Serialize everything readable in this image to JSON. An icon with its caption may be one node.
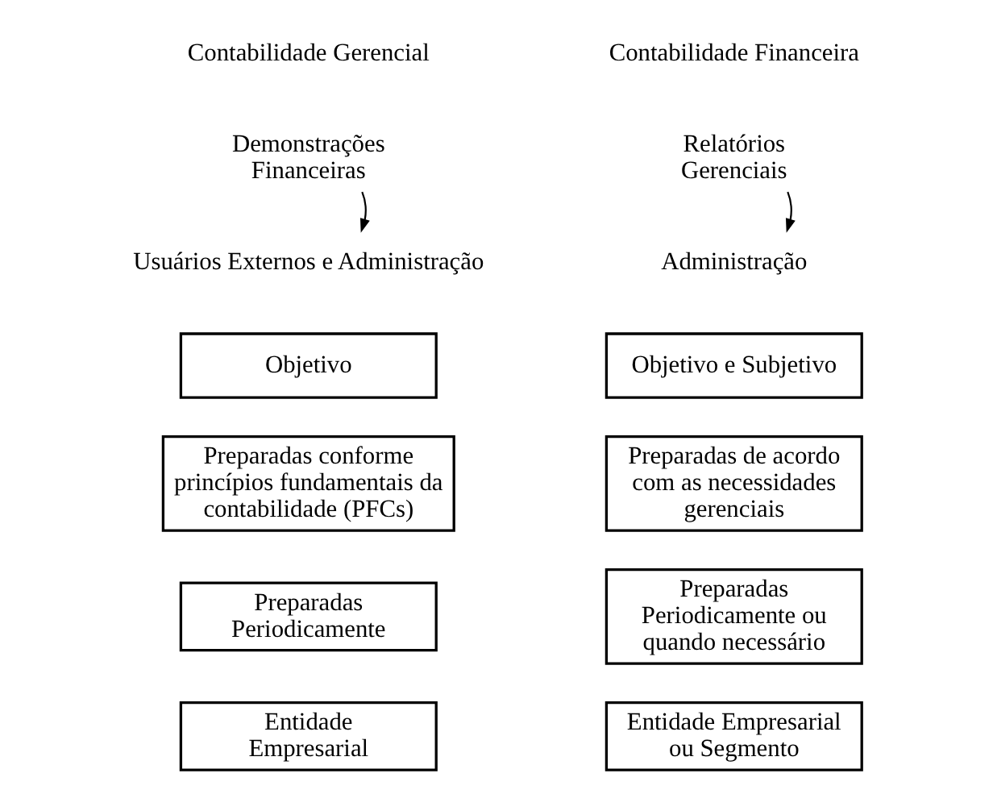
{
  "diagram": {
    "nodes": [
      {
        "text": [
          "Demonstrações Financeiras"
        ]
      },
      {
        "text": [
          "Usuários Externos e Administração"
        ]
      },
      {
        "text": [
          "Objetivo"
        ]
      },
      {
        "text": [
          "Preparadas conforme princípios fundamentais da contabilidade (PFCs)"
        ]
      },
      {
        "text": [
          "Preparadas Periodicamente"
        ]
      },
      {
        "text": [
          "Entidade Empresarial"
        ]
      },
      {
        "text": [
          "Relatórios Gerenciais"
        ]
      },
      {
        "text": [
          "Administração"
        ]
      },
      {
        "text": [
          "Objetivo e Subjetivo"
        ]
      },
      {
        "text": [
          "Preparadas de acordo com as necessidades gerenciais"
        ]
      },
      {
        "text": [
          "Preparadas Periodicamente ou quando necessário"
        ]
      },
      {
        "text": [
          "Entidade Empresarial ou Segmento"
        ]
      }
    ],
    "edges": [
      {
        "from": 0,
        "to": 1,
        "arrow": "to"
      },
      {
        "from": 6,
        "to": 7,
        "arrow": "to"
      }
    ],
    "labels": [
      "Contabilidade Gerencial",
      "Contabilidade Financeira"
    ]
  }
}
